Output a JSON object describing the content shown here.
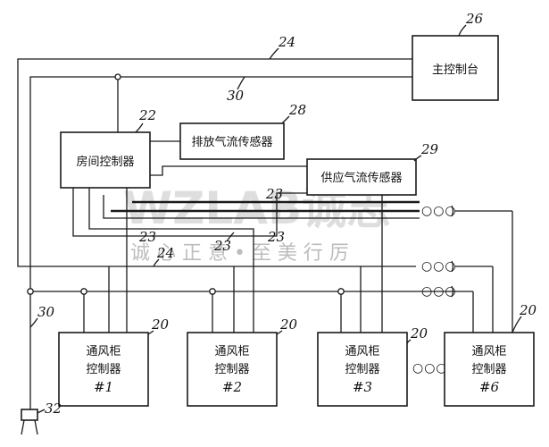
{
  "boxes": {
    "main_console": "主控制台",
    "room_controller": "房间控制器",
    "exhaust_sensor": "排放气流传感器",
    "supply_sensor": "供应气流传感器",
    "vav_1": [
      "通风柜",
      "控制器",
      "#1"
    ],
    "vav_2": [
      "通风柜",
      "控制器",
      "#2"
    ],
    "vav_3": [
      "通风柜",
      "控制器",
      "#3"
    ],
    "vav_6": [
      "通风柜",
      "控制器",
      "#6"
    ]
  },
  "refs": {
    "console": "26",
    "room": "22",
    "exhaust": "28",
    "supply": "29",
    "bus_top": "24",
    "bus_loop": "30",
    "bus_mid": "24",
    "bus_left": "30",
    "line_23_a": "23",
    "line_23_b": "23",
    "line_23_c": "23",
    "line_23_d": "23",
    "ctrl_1": "20",
    "ctrl_2": "20",
    "ctrl_3": "20",
    "ctrl_6": "20",
    "terminal": "32"
  },
  "ellipsis": {
    "controllers": "○○○",
    "line_a": "○○○",
    "line_b": "○○○",
    "line_c": "○○○"
  },
  "watermark": {
    "logo": "WZLAB诚志",
    "slogan": "诚 心 正 意 • 至 美 行 厉"
  }
}
